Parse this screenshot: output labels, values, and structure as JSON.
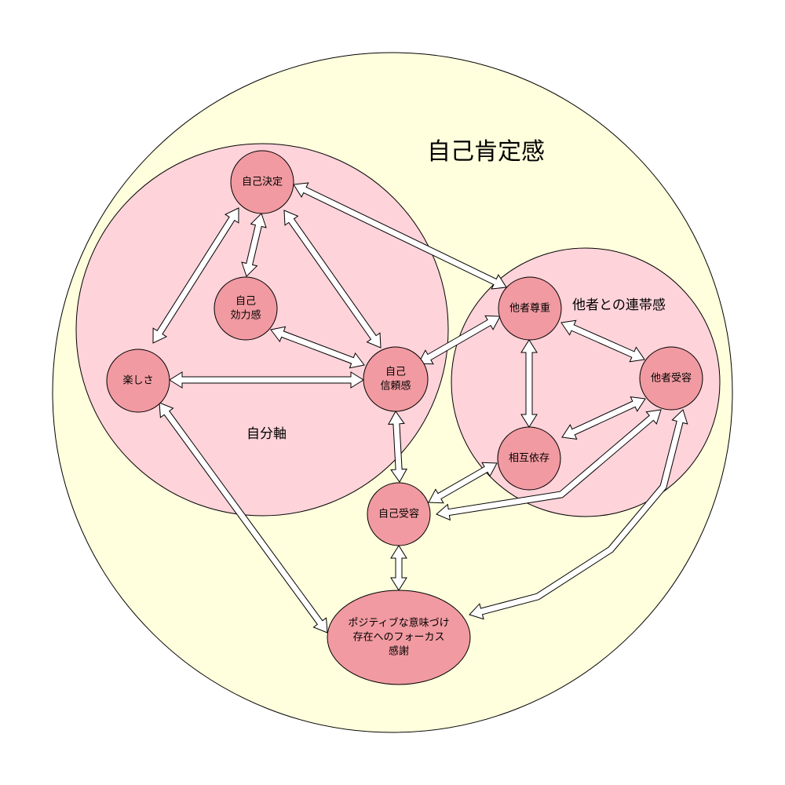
{
  "title": "自己肯定感",
  "regions": {
    "self_axis": {
      "label": "自分軸"
    },
    "solidarity": {
      "label": "他者との連帯感"
    }
  },
  "nodes": {
    "jiko_kettei": {
      "lines": [
        "自己決定"
      ]
    },
    "jiko_kouryoku": {
      "lines": [
        "自己",
        "効力感"
      ]
    },
    "tanoshisa": {
      "lines": [
        "楽しさ"
      ]
    },
    "jiko_shinrai": {
      "lines": [
        "自己",
        "信頼感"
      ]
    },
    "jiko_juyou": {
      "lines": [
        "自己受容"
      ]
    },
    "positive": {
      "lines": [
        "ポジティブな意味づけ",
        "存在へのフォーカス",
        "感謝"
      ]
    },
    "tasha_sonchou": {
      "lines": [
        "他者尊重"
      ]
    },
    "tasha_juyou": {
      "lines": [
        "他者受容"
      ]
    },
    "sougo_izon": {
      "lines": [
        "相互依存"
      ]
    }
  },
  "colors": {
    "outer_fill": "#ffffdd",
    "region_fill": "#ffd3da",
    "node_fill": "#f19aa1",
    "stroke": "#000000"
  }
}
